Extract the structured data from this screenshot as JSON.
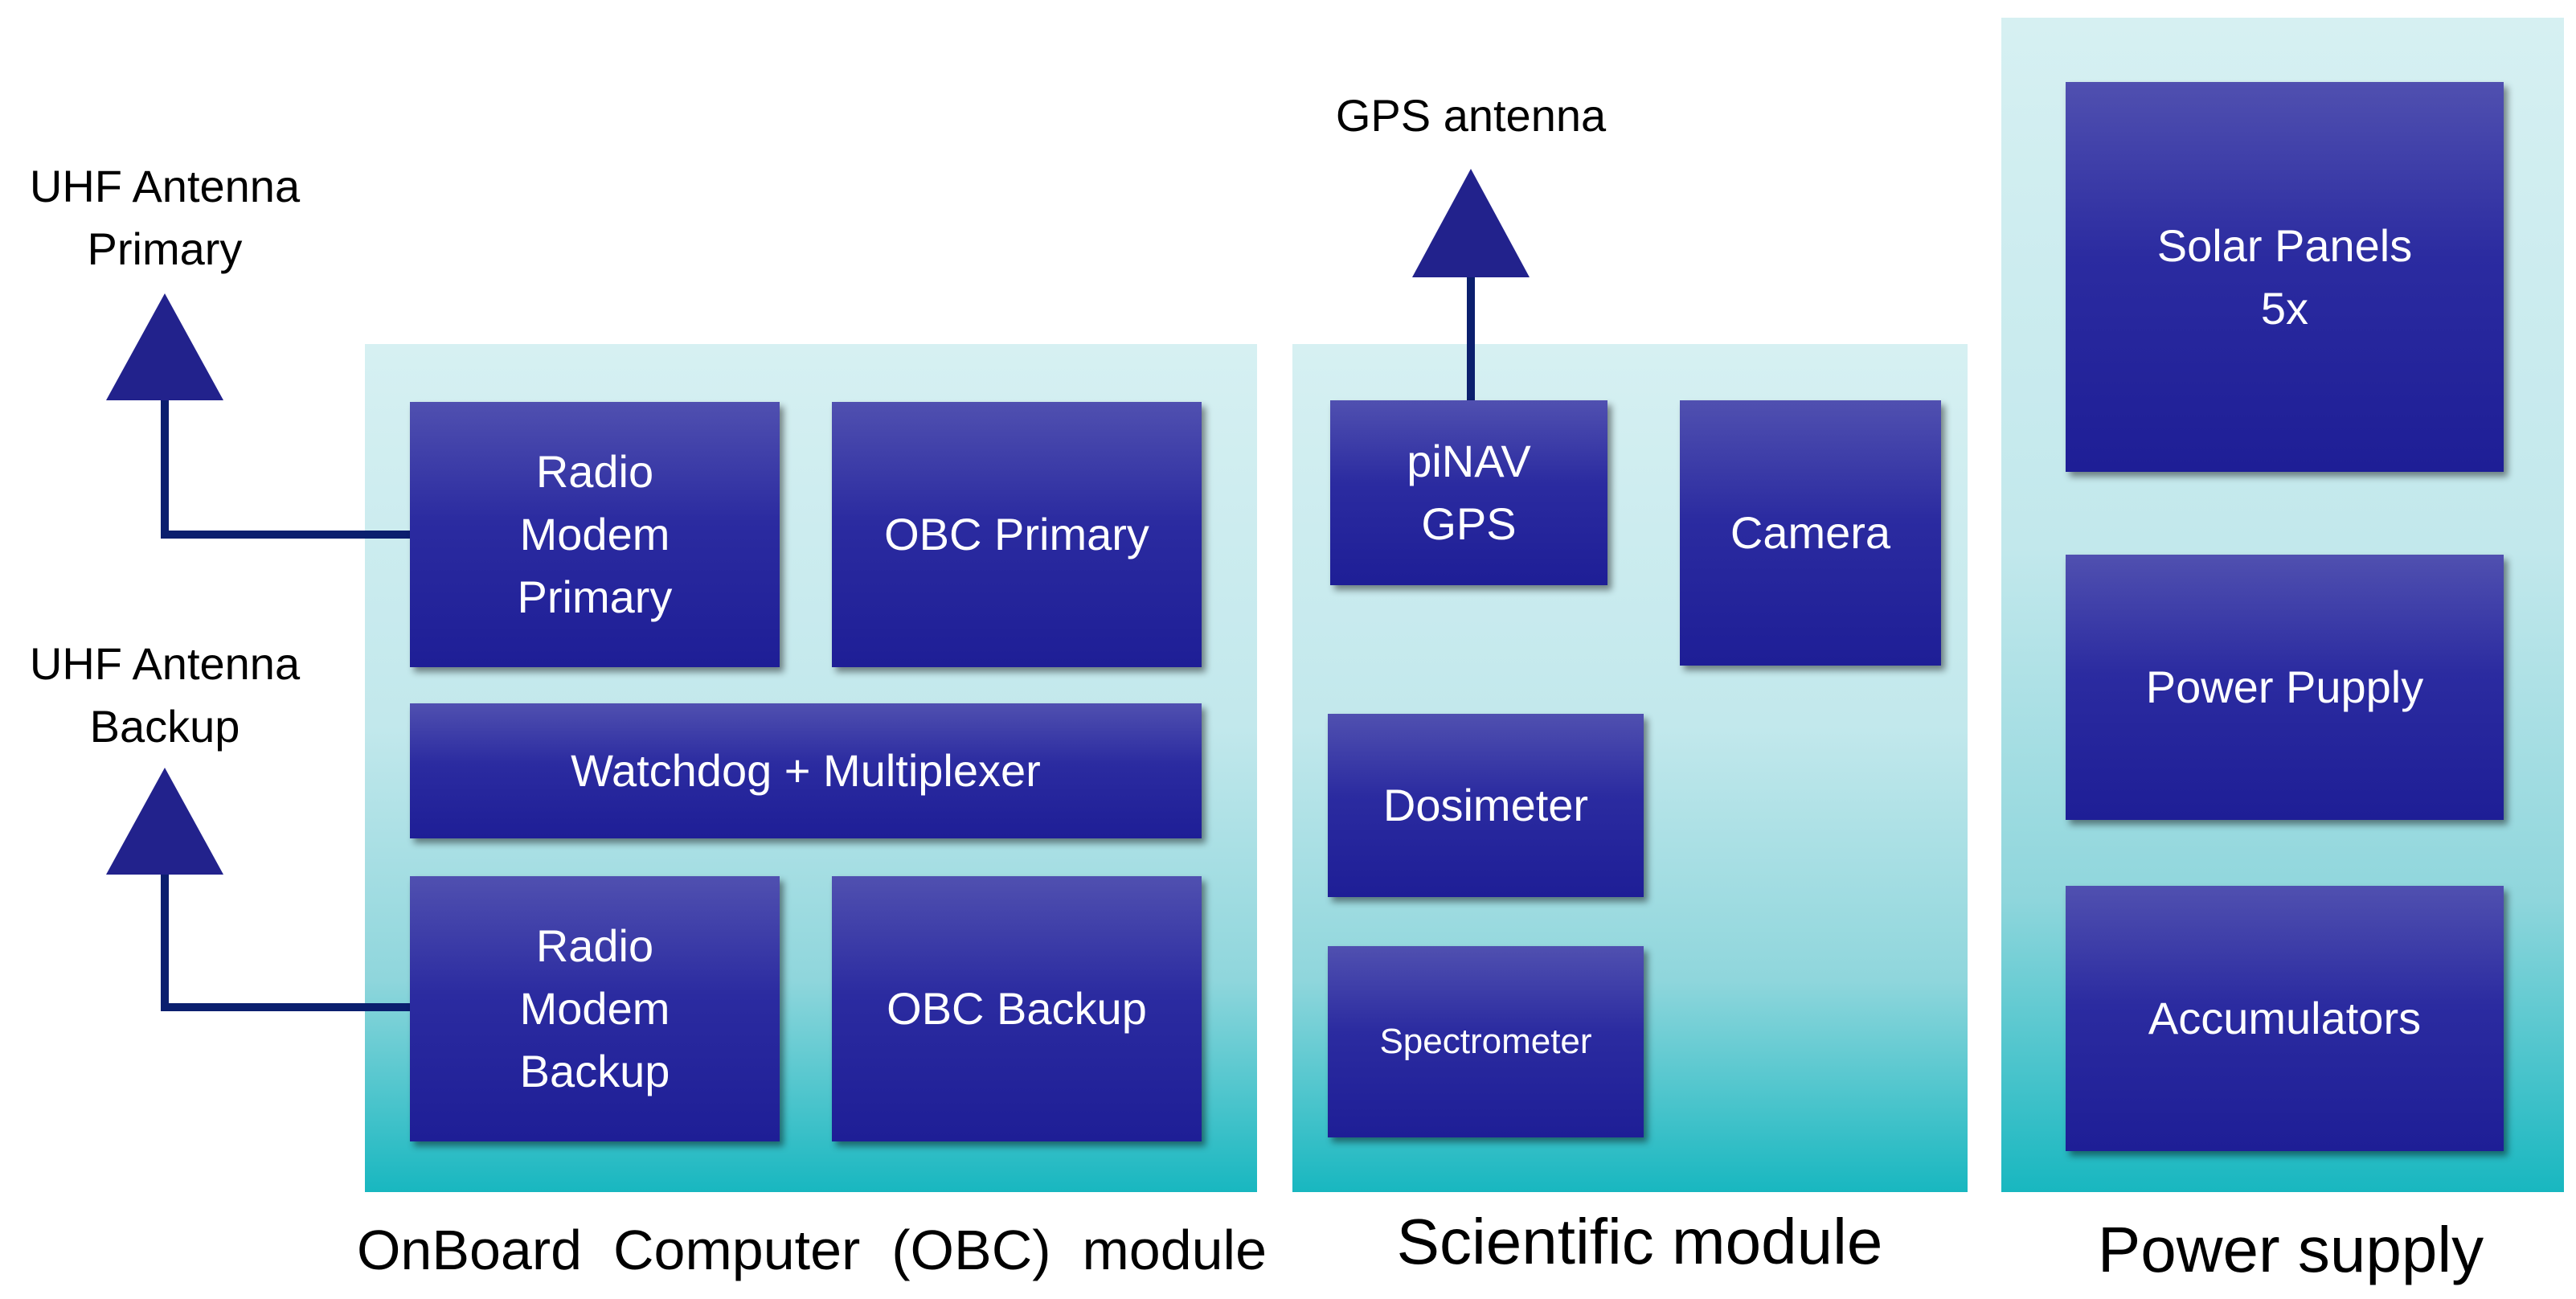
{
  "antennas": {
    "uhf_primary": "UHF Antenna\nPrimary",
    "uhf_backup": "UHF Antenna\nBackup",
    "gps": "GPS antenna"
  },
  "obc_module": {
    "label": "OnBoard  Computer  (OBC)  module",
    "radio_modem_primary": "Radio\nModem\nPrimary",
    "obc_primary": "OBC Primary",
    "watchdog": "Watchdog + Multiplexer",
    "radio_modem_backup": "Radio\nModem\nBackup",
    "obc_backup": "OBC Backup"
  },
  "scientific_module": {
    "label": "Scientific module",
    "pinav_gps": "piNAV\nGPS",
    "camera": "Camera",
    "dosimeter": "Dosimeter",
    "spectrometer": "Spectrometer"
  },
  "power_supply": {
    "label": "Power supply",
    "solar_panels": "Solar Panels\n5x",
    "power_supply_unit": "Power Pupply",
    "accumulators": "Accumulators"
  },
  "colors": {
    "box_fill": "#2b2ba0",
    "wire": "#0b1f6e",
    "antenna": "#22228c",
    "panel_top": "#d6f0f2",
    "panel_bottom": "#18b7c0"
  }
}
